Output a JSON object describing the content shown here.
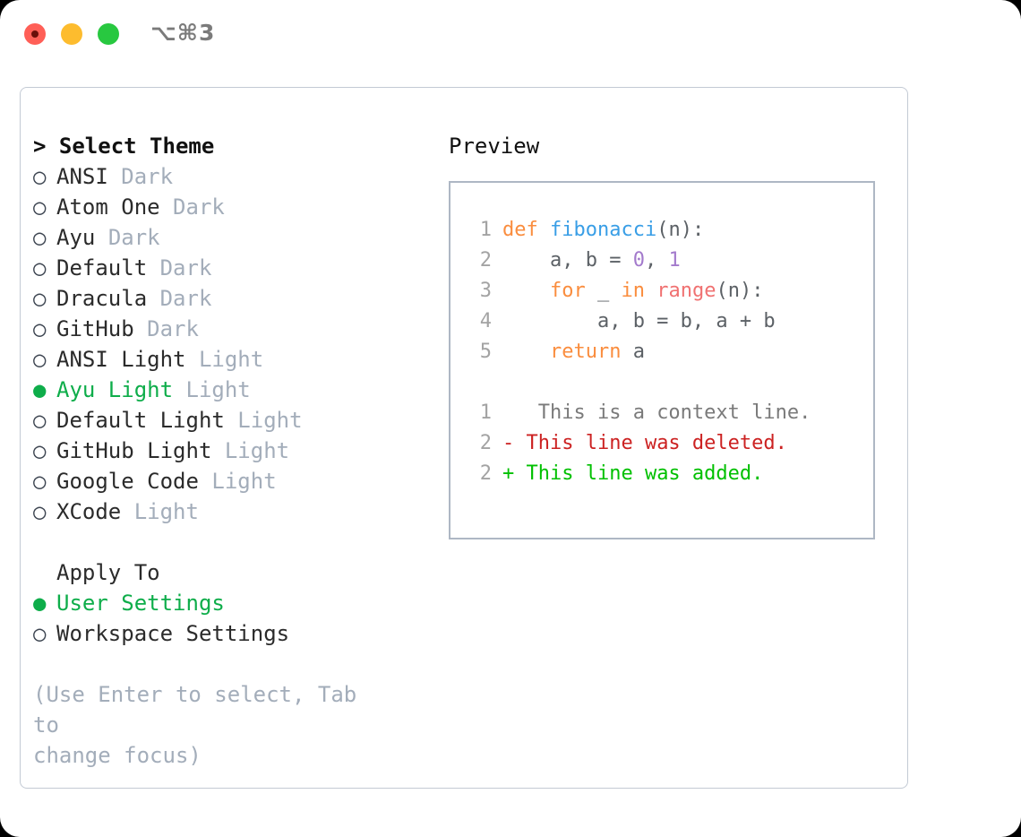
{
  "titlebar": {
    "shortcut": "⌥⌘3",
    "lights": [
      {
        "name": "close",
        "color": "#ff5f57"
      },
      {
        "name": "minimize",
        "color": "#fdbc2e"
      },
      {
        "name": "maximize",
        "color": "#28c840"
      }
    ]
  },
  "theme_picker": {
    "heading": "> Select Theme",
    "selected_marker": "●",
    "unselected_marker": "○",
    "accent_color": "#0ead4a",
    "kind_color": "#a3adba",
    "items": [
      {
        "marker": "○",
        "name": "ANSI",
        "kind": "Dark",
        "selected": false
      },
      {
        "marker": "○",
        "name": "Atom One",
        "kind": "Dark",
        "selected": false
      },
      {
        "marker": "○",
        "name": "Ayu",
        "kind": "Dark",
        "selected": false
      },
      {
        "marker": "○",
        "name": "Default",
        "kind": "Dark",
        "selected": false
      },
      {
        "marker": "○",
        "name": "Dracula",
        "kind": "Dark",
        "selected": false
      },
      {
        "marker": "○",
        "name": "GitHub",
        "kind": "Dark",
        "selected": false
      },
      {
        "marker": "○",
        "name": "ANSI Light",
        "kind": "Light",
        "selected": false
      },
      {
        "marker": "●",
        "name": "Ayu Light",
        "kind": "Light",
        "selected": true
      },
      {
        "marker": "○",
        "name": "Default Light",
        "kind": "Light",
        "selected": false
      },
      {
        "marker": "○",
        "name": "GitHub Light",
        "kind": "Light",
        "selected": false
      },
      {
        "marker": "○",
        "name": "Google Code",
        "kind": "Light",
        "selected": false
      },
      {
        "marker": "○",
        "name": "XCode",
        "kind": "Light",
        "selected": false
      }
    ]
  },
  "apply_to": {
    "heading": "Apply To",
    "items": [
      {
        "marker": "●",
        "name": "User Settings",
        "selected": true
      },
      {
        "marker": "○",
        "name": "Workspace Settings",
        "selected": false
      }
    ]
  },
  "hint": {
    "line1": "(Use Enter to select, Tab to",
    "line2": "change focus)"
  },
  "preview": {
    "heading": "Preview",
    "code_lines": [
      {
        "no": "1",
        "tokens": [
          {
            "t": "def",
            "c": "kw"
          },
          {
            "t": " ",
            "c": "pln"
          },
          {
            "t": "fibonacci",
            "c": "fn"
          },
          {
            "t": "(n):",
            "c": "pln"
          }
        ]
      },
      {
        "no": "2",
        "tokens": [
          {
            "t": "    a, b = ",
            "c": "pln"
          },
          {
            "t": "0",
            "c": "num"
          },
          {
            "t": ", ",
            "c": "pln"
          },
          {
            "t": "1",
            "c": "num"
          }
        ]
      },
      {
        "no": "3",
        "tokens": [
          {
            "t": "    ",
            "c": "pln"
          },
          {
            "t": "for",
            "c": "kw"
          },
          {
            "t": " _ ",
            "c": "pln"
          },
          {
            "t": "in",
            "c": "kw"
          },
          {
            "t": " ",
            "c": "pln"
          },
          {
            "t": "range",
            "c": "blt"
          },
          {
            "t": "(n):",
            "c": "pln"
          }
        ]
      },
      {
        "no": "4",
        "tokens": [
          {
            "t": "        a, b = b, a + b",
            "c": "pln"
          }
        ]
      },
      {
        "no": "5",
        "tokens": [
          {
            "t": "    ",
            "c": "pln"
          },
          {
            "t": "return",
            "c": "kw"
          },
          {
            "t": " a",
            "c": "pln"
          }
        ]
      }
    ],
    "diff_lines": [
      {
        "no": "1",
        "sign": " ",
        "text": "  This is a context line.",
        "kind": "ctx"
      },
      {
        "no": "2",
        "sign": "-",
        "text": " This line was deleted.",
        "kind": "del"
      },
      {
        "no": "2",
        "sign": "+",
        "text": " This line was added.",
        "kind": "add"
      }
    ]
  }
}
